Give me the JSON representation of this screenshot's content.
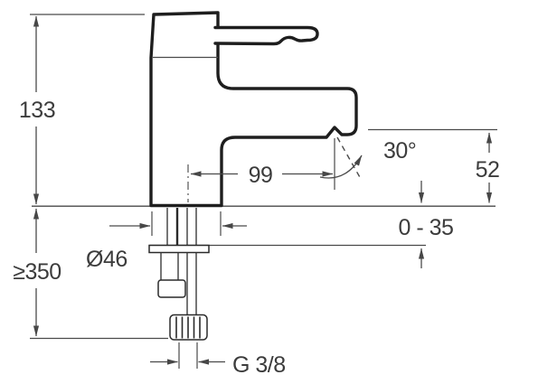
{
  "diagram": {
    "type": "technical-dimension-drawing",
    "subject": "Single-lever basin tap, side elevation with installation dimensions (mm)",
    "background": "#ffffff",
    "line_colors": {
      "outline": "#1e1e1e",
      "dimension_lines": "#4a4a4a",
      "text": "#3c3c3c"
    },
    "dimensions": {
      "overall_height": "133",
      "min_hose_length": "≥350",
      "base_diameter": "Ø46",
      "spout_reach": "99",
      "spout_angle": "30°",
      "spout_outlet_height": "52",
      "deck_thickness_range": "0 - 35",
      "supply_thread": "G 3/8"
    }
  }
}
